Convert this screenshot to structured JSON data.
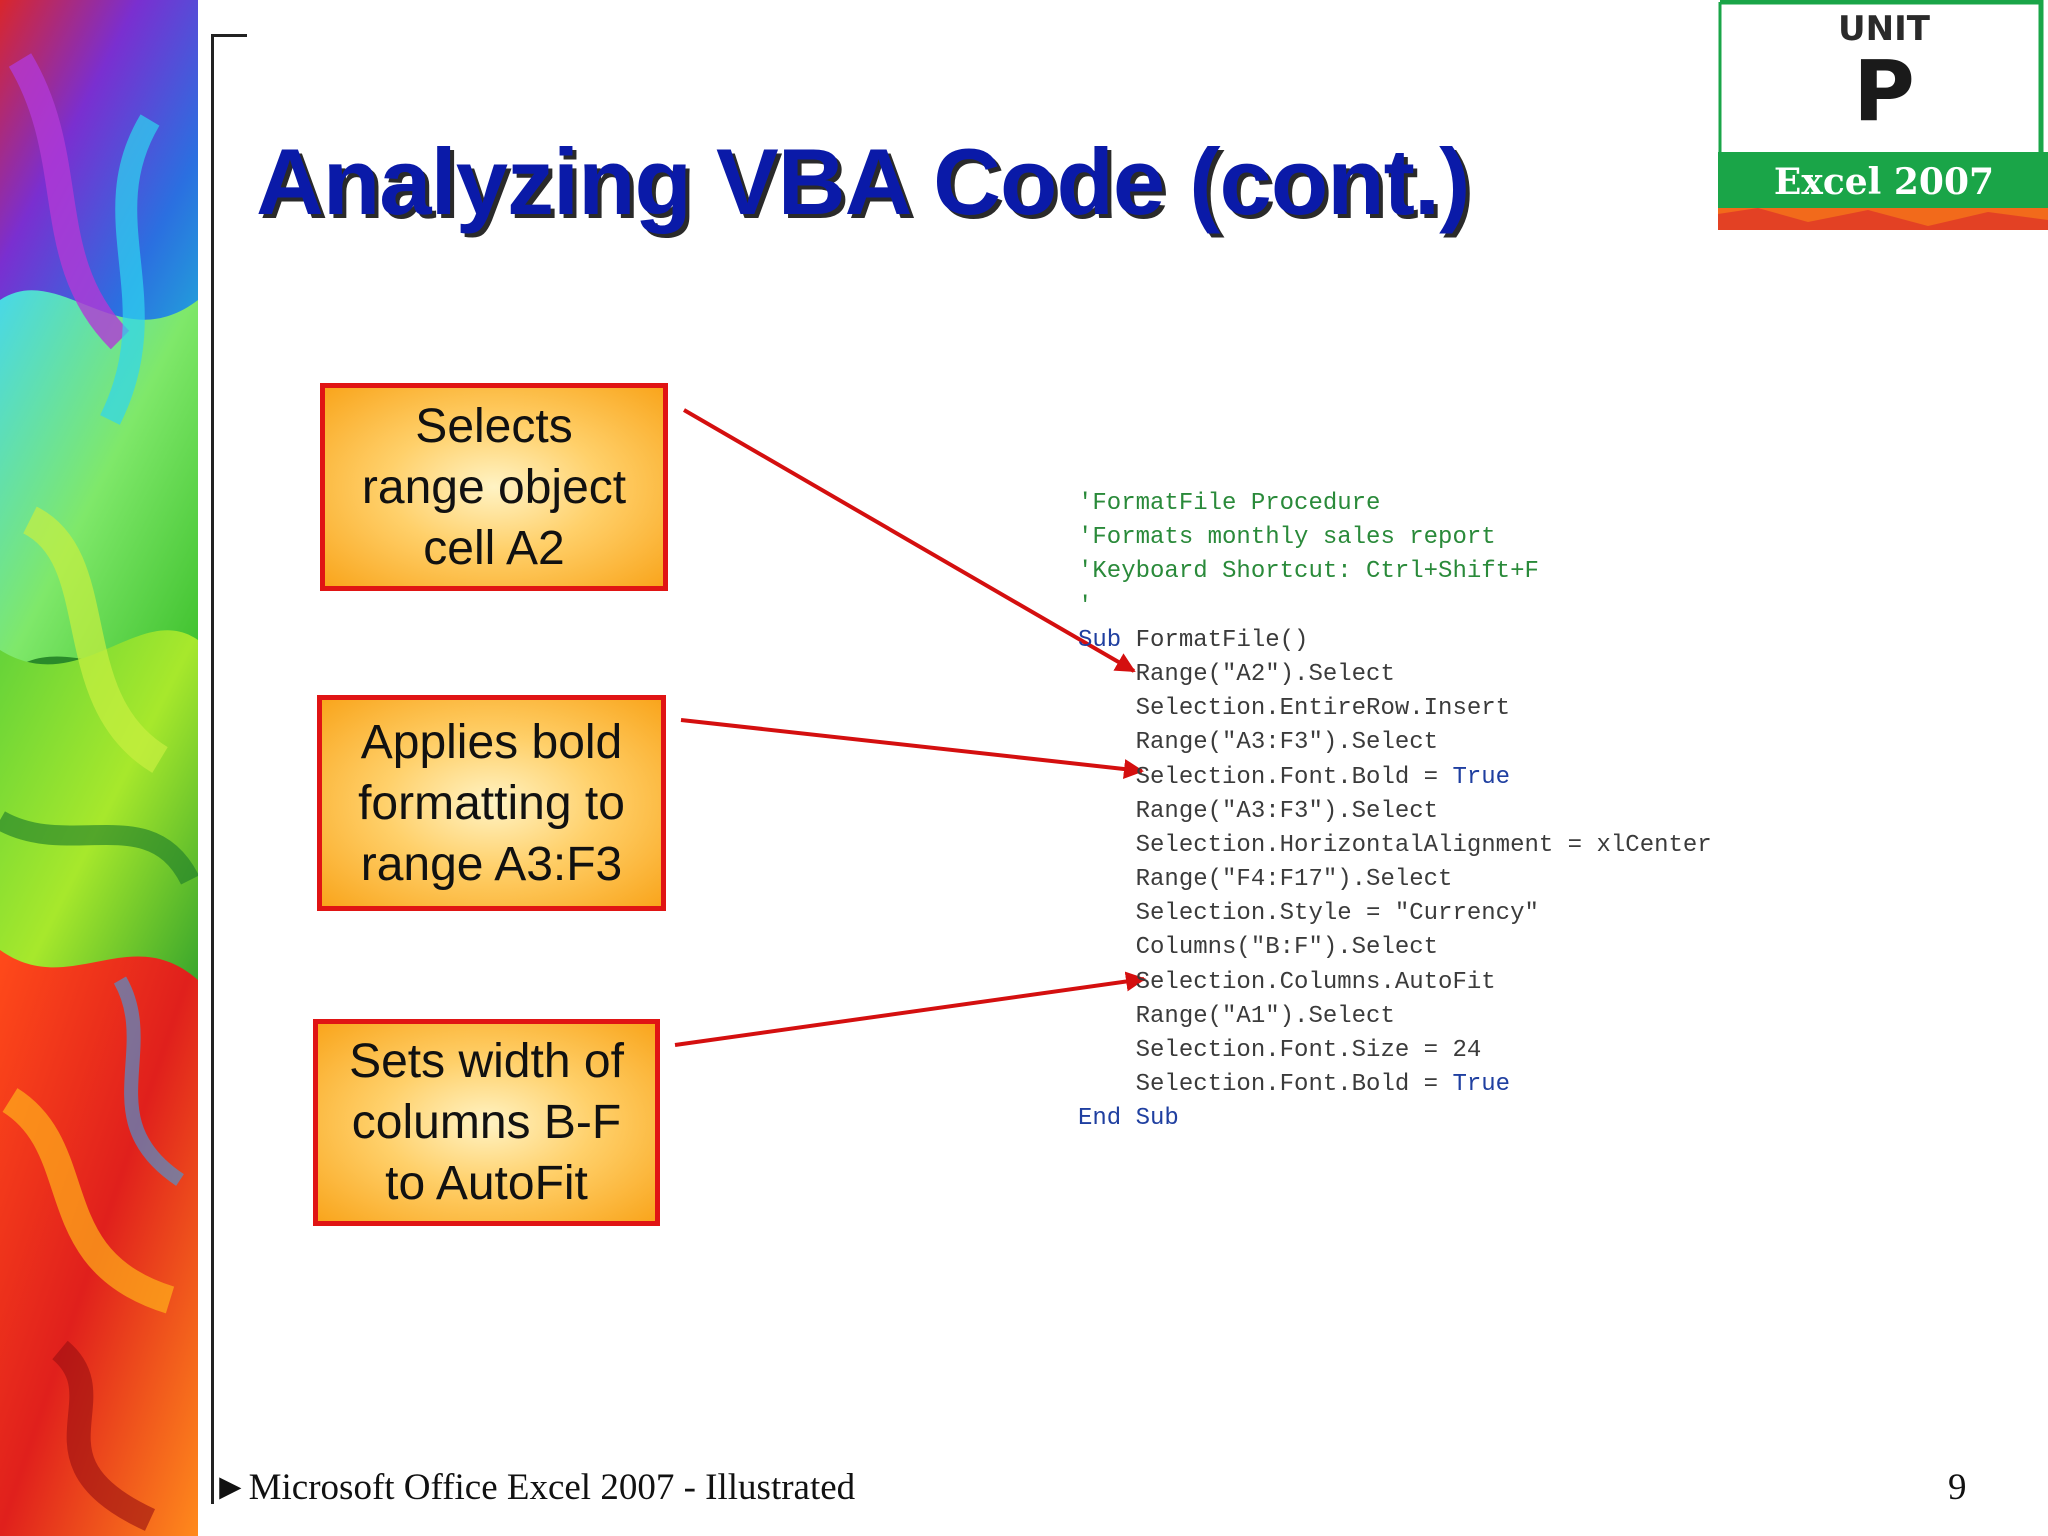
{
  "slide": {
    "title": "Analyzing VBA Code (cont.)",
    "footer": "Microsoft Office Excel 2007 - Illustrated",
    "footer_bullet": "►",
    "page_number": "9"
  },
  "badge": {
    "unit_label": "UNIT",
    "unit_letter": "P",
    "product": "Excel 2007",
    "colors": {
      "green": "#1aa548",
      "orange": "#f26a1b"
    }
  },
  "callouts": [
    {
      "lines": [
        "Selects",
        "range object",
        "cell A2"
      ]
    },
    {
      "lines": [
        "Applies bold",
        "formatting to",
        "range A3:F3"
      ]
    },
    {
      "lines": [
        "Sets width of",
        "columns B-F",
        "to AutoFit"
      ]
    }
  ],
  "code": {
    "lines": [
      [
        {
          "t": "'FormatFile Procedure",
          "k": "cm"
        }
      ],
      [
        {
          "t": "'Formats monthly sales report",
          "k": "cm"
        }
      ],
      [
        {
          "t": "'Keyboard Shortcut: Ctrl+Shift+F",
          "k": "cm"
        }
      ],
      [
        {
          "t": "'",
          "k": "cm"
        }
      ],
      [
        {
          "t": "Sub",
          "k": "kw"
        },
        {
          "t": " FormatFile()",
          "k": ""
        }
      ],
      [
        {
          "t": "    Range(\"A2\").Select",
          "k": ""
        }
      ],
      [
        {
          "t": "    Selection.EntireRow.Insert",
          "k": ""
        }
      ],
      [
        {
          "t": "    Range(\"A3:F3\").Select",
          "k": ""
        }
      ],
      [
        {
          "t": "    Selection.Font.Bold = ",
          "k": ""
        },
        {
          "t": "True",
          "k": "kw"
        }
      ],
      [
        {
          "t": "    Range(\"A3:F3\").Select",
          "k": ""
        }
      ],
      [
        {
          "t": "    Selection.HorizontalAlignment = xlCenter",
          "k": ""
        }
      ],
      [
        {
          "t": "    Range(\"F4:F17\").Select",
          "k": ""
        }
      ],
      [
        {
          "t": "    Selection.Style = \"Currency\"",
          "k": ""
        }
      ],
      [
        {
          "t": "    Columns(\"B:F\").Select",
          "k": ""
        }
      ],
      [
        {
          "t": "    Selection.Columns.AutoFit",
          "k": ""
        }
      ],
      [
        {
          "t": "    Range(\"A1\").Select",
          "k": ""
        }
      ],
      [
        {
          "t": "    Selection.Font.Size = 24",
          "k": ""
        }
      ],
      [
        {
          "t": "    Selection.Font.Bold = ",
          "k": ""
        },
        {
          "t": "True",
          "k": "kw"
        }
      ],
      [
        {
          "t": "End Sub",
          "k": "kw"
        }
      ]
    ]
  },
  "colors": {
    "title": "#0a1aa8",
    "callout_border": "#e01414",
    "callout_fill": "#f9a51c",
    "arrow": "#d40f0f",
    "code_comment": "#2a8a3a",
    "code_keyword": "#1f3fa0"
  }
}
